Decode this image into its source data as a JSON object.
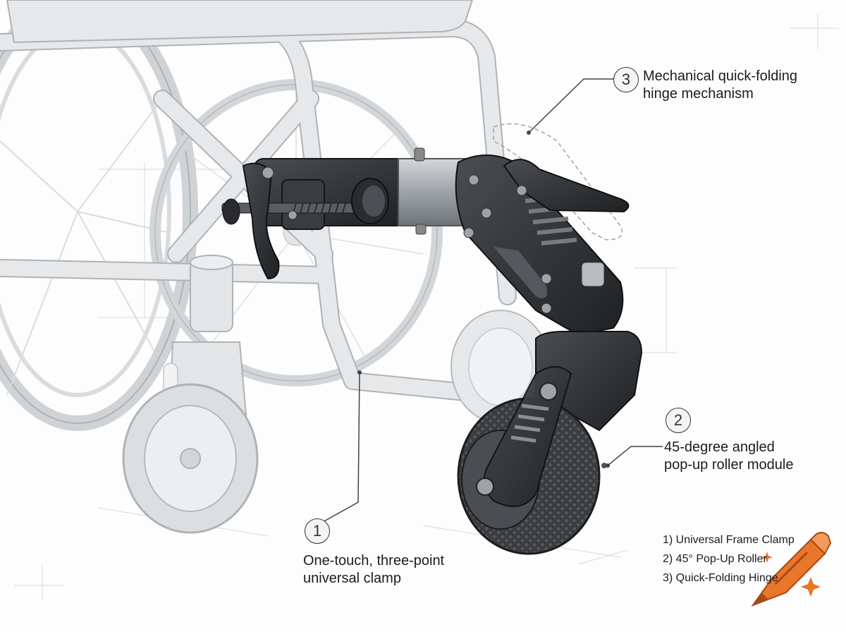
{
  "callouts": [
    {
      "number": "1",
      "lines": [
        "One-touch, three-point",
        "universal clamp"
      ]
    },
    {
      "number": "2",
      "lines": [
        "45-degree angled",
        "pop-up roller module"
      ]
    },
    {
      "number": "3",
      "lines": [
        "Mechanical quick-folding",
        "hinge mechanism"
      ]
    }
  ],
  "legend": [
    "1) Universal Frame Clamp",
    "2) 45° Pop-Up Roller",
    "3) Quick-Folding Hinge"
  ],
  "colors": {
    "frame": "#cfd3d6",
    "frame_outline": "#aeb3b7",
    "mechanism": "#2d2f32",
    "metal": "#9ea3a8",
    "leader": "#444444",
    "logo_orange": "#e8762b"
  },
  "icons": {
    "logo": "crayon-icon"
  }
}
